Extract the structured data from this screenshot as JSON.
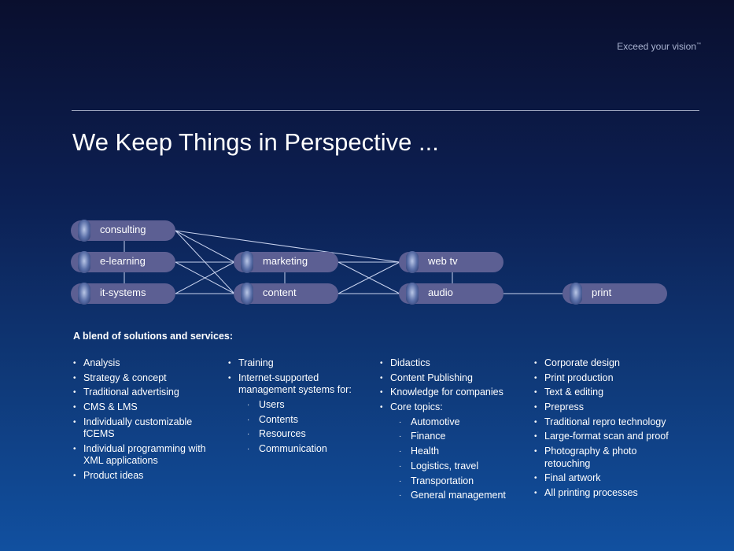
{
  "tagline": "Exceed your vision",
  "tagline_mark": "™",
  "title": "We Keep Things in Perspective ...",
  "nodes": {
    "consulting": "consulting",
    "elearning": "e-learning",
    "itsystems": "it-systems",
    "marketing": "marketing",
    "content": "content",
    "webtv": "web tv",
    "audio": "audio",
    "print": "print"
  },
  "blend": "A blend of solutions and services:",
  "columns": [
    {
      "items": [
        {
          "t": "Analysis"
        },
        {
          "t": "Strategy & concept"
        },
        {
          "t": "Traditional advertising"
        },
        {
          "t": "CMS & LMS"
        },
        {
          "t": "Individually customizable fCEMS"
        },
        {
          "t": "Individual programming with XML applications"
        },
        {
          "t": "Product ideas"
        }
      ]
    },
    {
      "items": [
        {
          "t": "Training"
        },
        {
          "t": "Internet-supported management systems for:"
        },
        {
          "t": "Users",
          "sub": true
        },
        {
          "t": "Contents",
          "sub": true
        },
        {
          "t": "Resources",
          "sub": true
        },
        {
          "t": "Communication",
          "sub": true
        }
      ]
    },
    {
      "items": [
        {
          "t": "Didactics"
        },
        {
          "t": "Content Publishing"
        },
        {
          "t": "Knowledge for companies"
        },
        {
          "t": "Core topics:"
        },
        {
          "t": "Automotive",
          "sub": true
        },
        {
          "t": "Finance",
          "sub": true
        },
        {
          "t": "Health",
          "sub": true
        },
        {
          "t": "Logistics, travel",
          "sub": true
        },
        {
          "t": "Transportation",
          "sub": true
        },
        {
          "t": "General management",
          "sub": true
        }
      ]
    },
    {
      "items": [
        {
          "t": "Corporate design"
        },
        {
          "t": "Print production"
        },
        {
          "t": "Text & editing"
        },
        {
          "t": "Prepress"
        },
        {
          "t": "Traditional repro technology"
        },
        {
          "t": "Large-format scan and proof"
        },
        {
          "t": "Photography & photo retouching"
        },
        {
          "t": "Final artwork"
        },
        {
          "t": "All printing processes"
        }
      ]
    }
  ]
}
